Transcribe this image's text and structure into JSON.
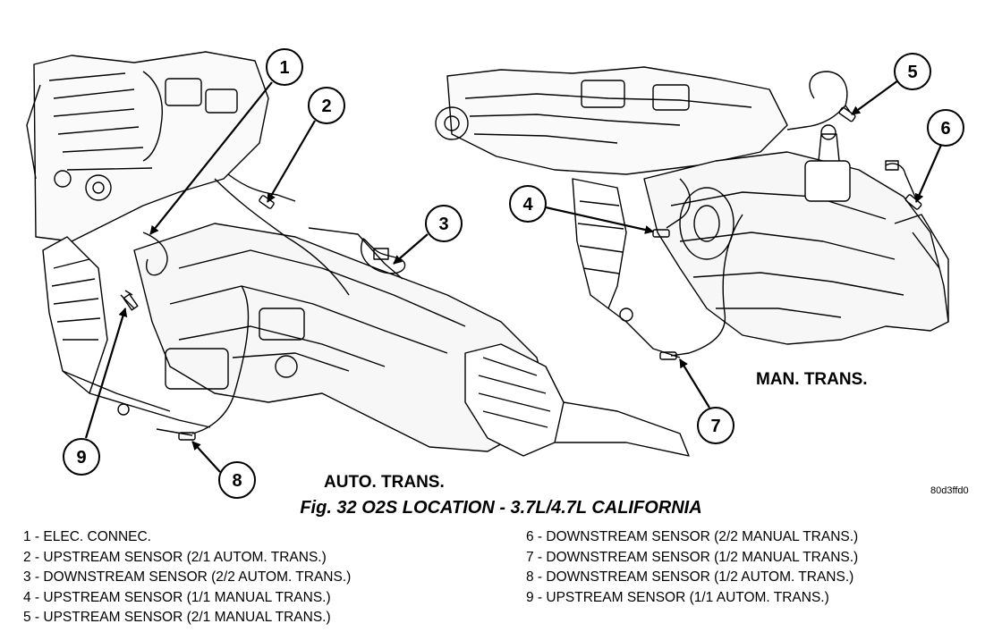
{
  "figure": {
    "caption": "Fig. 32 O2S LOCATION - 3.7L/4.7L CALIFORNIA",
    "reference_code": "80d3ffd0",
    "views": {
      "auto": "AUTO. TRANS.",
      "manual": "MAN. TRANS."
    }
  },
  "callouts": [
    "1",
    "2",
    "3",
    "4",
    "5",
    "6",
    "7",
    "8",
    "9"
  ],
  "legend": {
    "left": [
      "1 - ELEC. CONNEC.",
      "2 - UPSTREAM SENSOR (2/1 AUTOM. TRANS.)",
      "3 - DOWNSTREAM SENSOR (2/2 AUTOM. TRANS.)",
      "4 - UPSTREAM SENSOR (1/1 MANUAL TRANS.)",
      "5 - UPSTREAM SENSOR (2/1 MANUAL TRANS.)"
    ],
    "right": [
      "6 - DOWNSTREAM SENSOR (2/2 MANUAL TRANS.)",
      "7 - DOWNSTREAM SENSOR (1/2 MANUAL TRANS.)",
      "8 - DOWNSTREAM SENSOR (1/2 AUTOM. TRANS.)",
      "9 - UPSTREAM SENSOR (1/1 AUTOM. TRANS.)"
    ]
  }
}
